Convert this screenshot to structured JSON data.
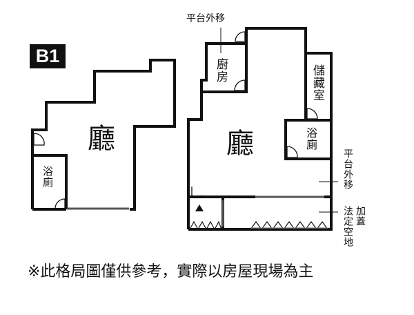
{
  "floor_label": "B1",
  "left_plan": {
    "rooms": {
      "hall": "廳",
      "bathroom": "浴廁"
    }
  },
  "right_plan": {
    "rooms": {
      "kitchen": "廚房",
      "storage": "儲藏室",
      "bathroom": "浴廁",
      "hall": "廳"
    },
    "annotations": {
      "platform_moved_top": "平台外移",
      "platform_moved_side": "平台外移",
      "extension": "加蓋",
      "legal_open_space": "法定空地"
    }
  },
  "disclaimer": "※此格局圖僅供參考，實際以房屋現場為主"
}
